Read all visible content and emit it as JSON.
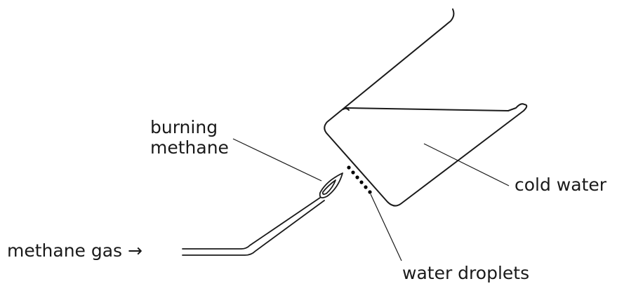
{
  "labels": {
    "burning_methane_line1": "burning",
    "burning_methane_line2": "methane",
    "cold_water": "cold water",
    "methane_gas": "methane gas →",
    "water_droplets": "water droplets"
  },
  "colors": {
    "ink": "#1a1a1a",
    "background": "#ffffff"
  }
}
